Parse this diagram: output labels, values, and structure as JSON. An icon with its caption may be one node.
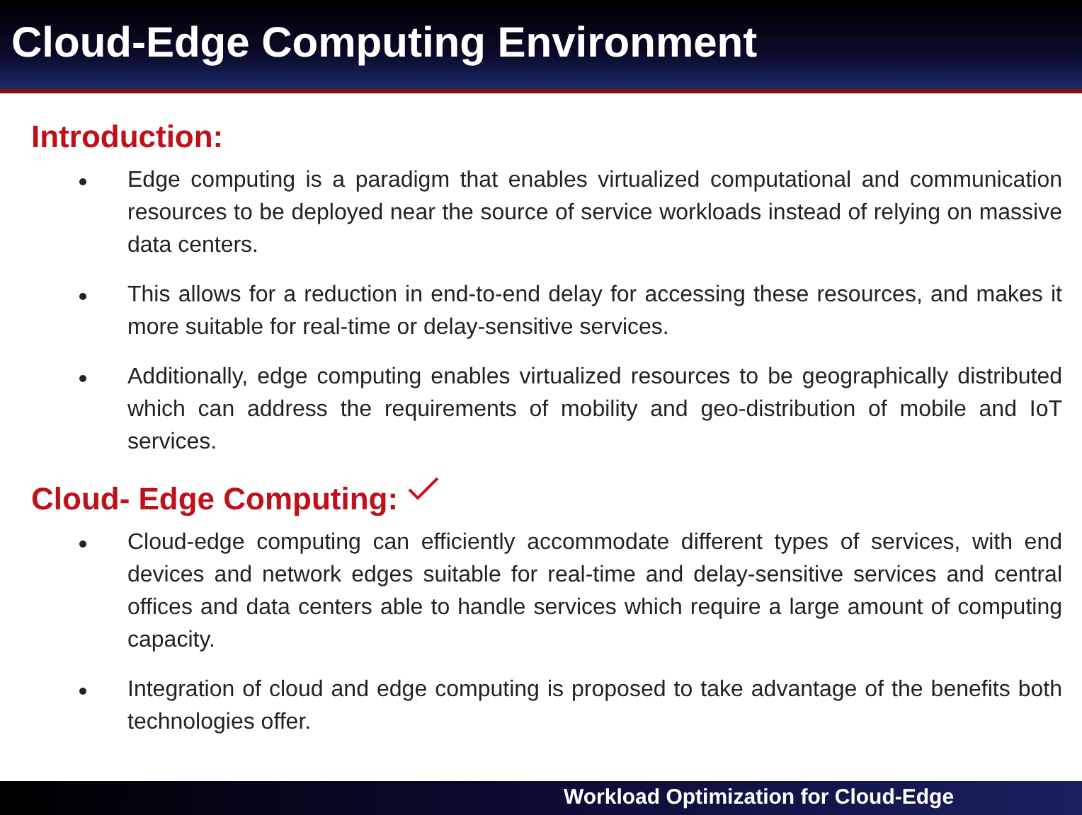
{
  "diagram": {
    "title": "Cloud-Edge Computing Environment",
    "labels": [
      "Introduction:",
      "Edge computing is a paradigm that enables virtualized computational and communication resources to be deployed near the source of service workloads instead of relying on massive data centers.",
      "This allows for a reduction in end-to-end delay for accessing these resources, and makes it more suitable for real-time or delay-sensitive services.",
      "Additionally, edge computing enables virtualized resources to be geographically distributed which can address the requirements of mobility and geo-distribution of mobile and IoT services.",
      "Cloud- Edge Computing:",
      "Cloud-edge computing can efficiently accommodate different types of services, with end devices and network edges suitable for real-time and delay-sensitive services and central offices and data centers able to handle services which require a large amount of computing capacity.",
      "Integration of cloud and edge computing is proposed to take advantage of the benefits both technologies offer.",
      "Workload Optimization for Cloud-Edge"
    ]
  }
}
